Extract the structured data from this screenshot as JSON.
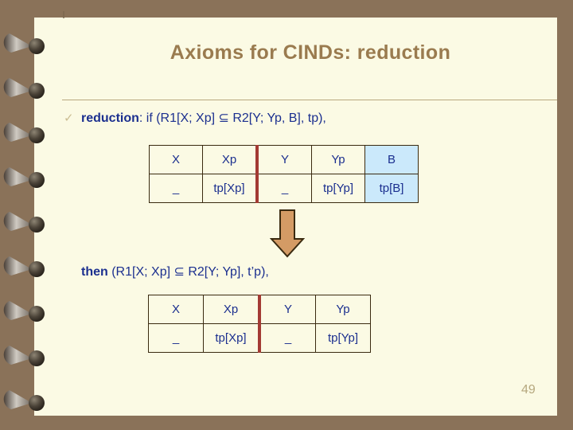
{
  "slide": {
    "title": "Axioms for CINDs: reduction",
    "page_number": "49",
    "bullet_glyph": "✓",
    "colors": {
      "background": "#8a7259",
      "page": "#fbfae4",
      "title": "#9a7b4f",
      "text": "#1b2f8f",
      "highlight": "#cbe9fb",
      "separator": "#a33a33",
      "arrow": "#d49b65",
      "rule": "#b9a87f"
    }
  },
  "premise": {
    "keyword": "reduction",
    "text": ": if (R1[X; Xp] ⊆ R2[Y; Yp, B],  tp),"
  },
  "conclusion": {
    "keyword": "then",
    "text": " (R1[X; Xp] ⊆ R2[Y; Yp],  t’p),"
  },
  "arrow": {
    "direction": "down",
    "name": "down-arrow"
  },
  "table1": {
    "headers": [
      "X",
      "Xp",
      "Y",
      "Yp",
      "B"
    ],
    "rows": [
      [
        "_",
        "tp[Xp]",
        "_",
        "tp[Yp]",
        "tp[B]"
      ]
    ],
    "highlight_column": 4,
    "separator_before_column": 2
  },
  "table2": {
    "headers": [
      "X",
      "Xp",
      "Y",
      "Yp"
    ],
    "rows": [
      [
        "_",
        "tp[Xp]",
        "_",
        "tp[Yp]"
      ]
    ],
    "highlight_column": -1,
    "separator_before_column": 2
  }
}
